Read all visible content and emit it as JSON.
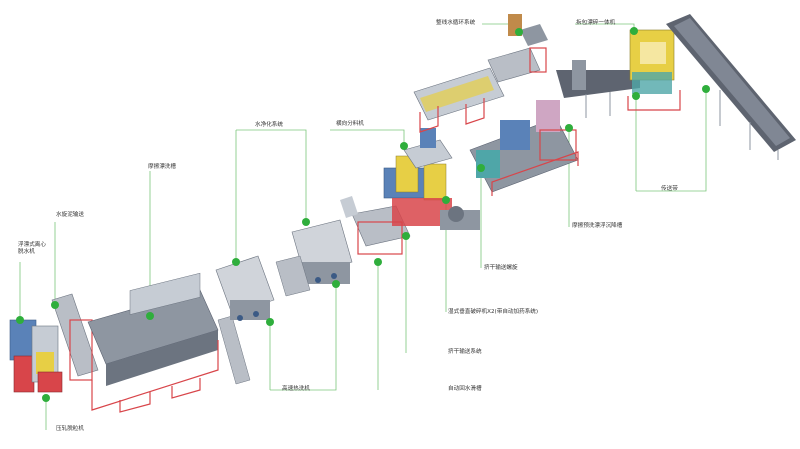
{
  "diagram": {
    "colors": {
      "leader_line": "#7cc67c",
      "marker": "#2fae3c",
      "frame": "#d8454a",
      "machine_body": "#b9bec6",
      "machine_dark": "#6c7480",
      "accent_blue": "#5a82b8",
      "accent_yellow": "#e7cf45",
      "accent_teal": "#4fa6a8",
      "conveyor": "#5e6470"
    },
    "labels": {
      "float_centrifuge": "浮漂式离心脱水机",
      "water_screw": "水旋泥输送",
      "press_dryer": "压轧脱粒机",
      "friction_washer": "摩擦漂洗槽",
      "water_purifier": "水净化系统",
      "high_speed_washer": "高速热洗机",
      "side_feeder": "横向分料机",
      "auto_dewater": "自动回水滑槽",
      "squeeze_conveyor": "挤干输送系统",
      "vertical_crusher": "湿式垂直破碎机X2(带自动加药系统)",
      "squeeze_screw": "挤干输送螺旋",
      "float_sink_tank": "摩擦预洗漂浮沉降槽",
      "water_circulation": "整线水循环系统",
      "bale_breaker": "拆包漂碎一体机",
      "belt_conveyor": "传送带"
    }
  }
}
